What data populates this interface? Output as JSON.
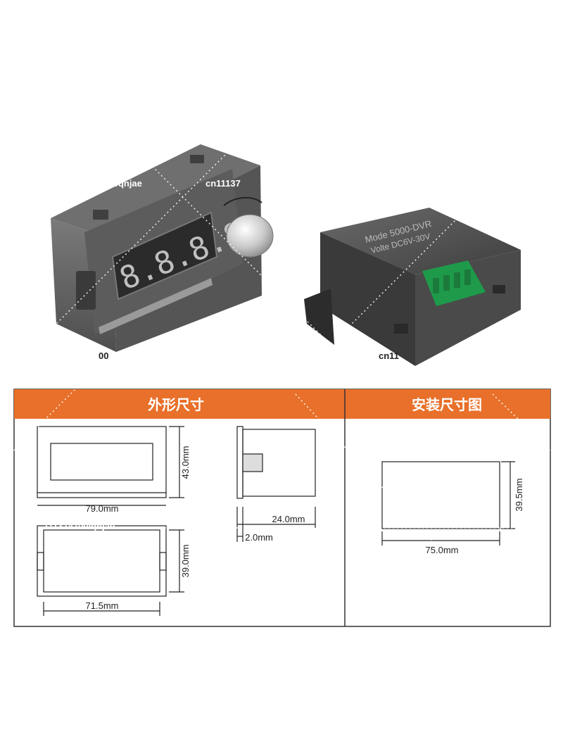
{
  "watermarks": {
    "w1": "oqnjae",
    "w2": "cn11137",
    "w3": "00",
    "w4": "cn11",
    "w5": "111374700lqnjae"
  },
  "product": {
    "display_digits": "8.8.8.8",
    "module_label_line1": "Mode 5000-DVR",
    "module_label_line2": "Volte DC6V-30V"
  },
  "diagram": {
    "section_outline": "外形尺寸",
    "section_install": "安装尺寸图",
    "dims": {
      "height_front": "43.0mm",
      "width_front": "79.0mm",
      "depth": "24.0mm",
      "flange": "2.0mm",
      "height_back": "39.0mm",
      "width_back": "71.5mm",
      "cutout_height": "39.5mm",
      "cutout_width": "75.0mm"
    },
    "colors": {
      "header": "#e8702a",
      "frame": "#333333"
    }
  }
}
